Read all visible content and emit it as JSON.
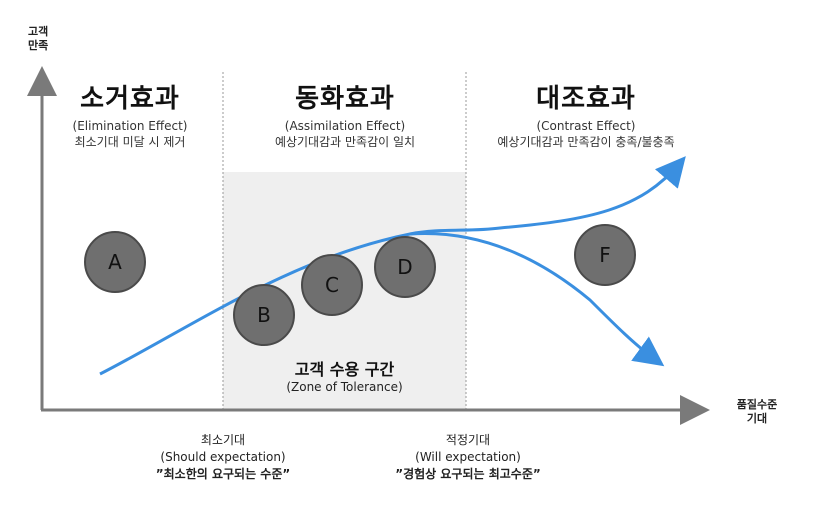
{
  "y_axis_label": [
    "고객",
    "만족"
  ],
  "x_axis_label": [
    "품질수준",
    "기대"
  ],
  "zones": [
    {
      "title": "소거효과",
      "en": "(Elimination Effect)",
      "ko": "최소기대 미달 시 제거"
    },
    {
      "title": "동화효과",
      "en": "(Assimilation Effect)",
      "ko": "예상기대감과 만족감이 일치"
    },
    {
      "title": "대조효과",
      "en": "(Contrast Effect)",
      "ko": "예상기대감과 만족감이 충족/불충족"
    }
  ],
  "tolerance": {
    "title": "고객 수용 구간",
    "en": "(Zone of Tolerance)"
  },
  "circles": [
    "A",
    "B",
    "C",
    "D",
    "F"
  ],
  "bottom_labels": [
    {
      "title": "최소기대",
      "en": "(Should expectation)",
      "quote": "”최소한의 요구되는 수준”"
    },
    {
      "title": "적정기대",
      "en": "(Will expectation)",
      "quote": "”경험상 요구되는 최고수준”"
    }
  ],
  "colors": {
    "curve": "#3a8fe0",
    "axis": "#7a7a7a",
    "zone_fill": "#efefef",
    "circle": "#6f6f6f"
  }
}
